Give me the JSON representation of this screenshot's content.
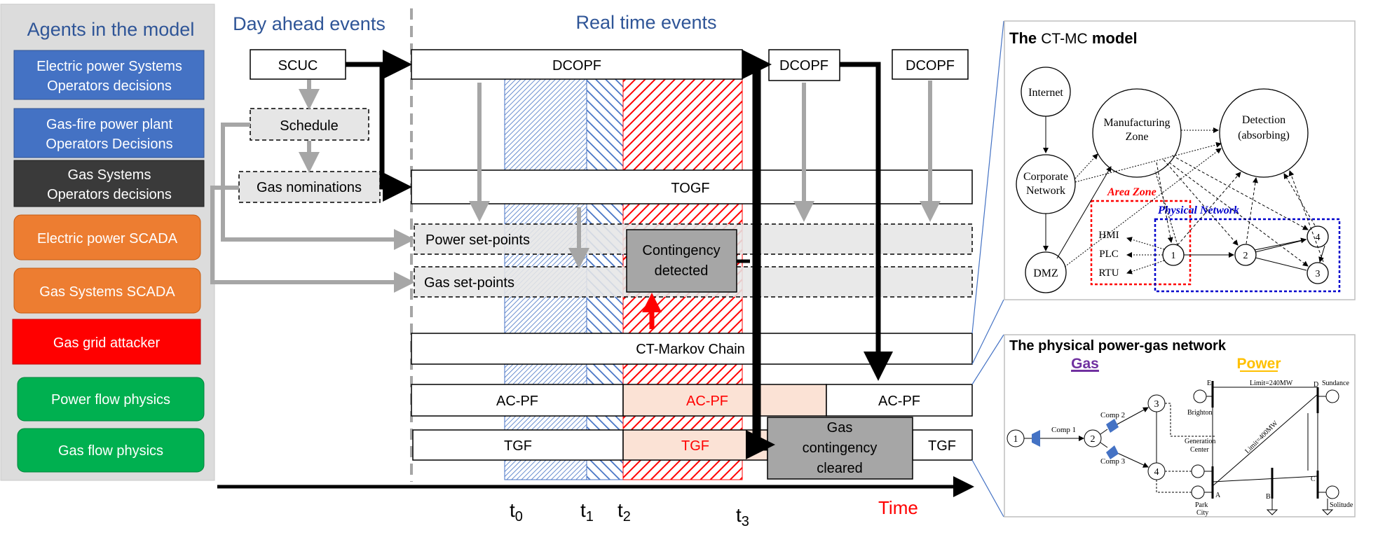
{
  "colors": {
    "blue": "#4472c4",
    "dark": "#3a3a3a",
    "orange": "#ed7d31",
    "red": "#ff0000",
    "green": "#00b050",
    "title_blue": "#2f5597",
    "panel_bg": "#dcdcdc",
    "gray_arrow": "#a6a6a6",
    "peach": "#fbe2d5",
    "contingency_gray": "#a6a6a6",
    "gas_purple": "#7030a0",
    "power_gold": "#ffc000"
  },
  "agents": {
    "title": "Agents in the model",
    "items": [
      {
        "line1": "Electric power Systems",
        "line2": "Operators decisions"
      },
      {
        "line1": "Gas-fire power plant",
        "line2": "Operators Decisions"
      },
      {
        "line1": "Gas Systems",
        "line2": "Operators decisions"
      },
      {
        "line1": "Electric power SCADA",
        "line2": ""
      },
      {
        "line1": "Gas Systems SCADA",
        "line2": ""
      },
      {
        "line1": "Gas grid attacker",
        "line2": ""
      },
      {
        "line1": "Power flow physics",
        "line2": ""
      },
      {
        "line1": "Gas flow physics",
        "line2": ""
      }
    ]
  },
  "headers": {
    "day_ahead": "Day ahead events",
    "real_time": "Real time events"
  },
  "boxes": {
    "scuc": "SCUC",
    "schedule": "Schedule",
    "gas_nominations": "Gas nominations",
    "dcopf_main": "DCOPF",
    "dcopf_2": "DCOPF",
    "dcopf_3": "DCOPF",
    "togf": "TOGF",
    "power_setpoints": "Power set-points",
    "gas_setpoints": "Gas set-points",
    "contingency_l1": "Contingency",
    "contingency_l2": "detected",
    "ctmc": "CT-Markov Chain",
    "acpf_1": "AC-PF",
    "acpf_2": "AC-PF",
    "acpf_3": "AC-PF",
    "tgf_1": "TGF",
    "tgf_2": "TGF",
    "tgf_3": "TGF",
    "gas_cont_l1": "Gas",
    "gas_cont_l2": "contingency",
    "gas_cont_l3": "cleared"
  },
  "timeline": {
    "t0": "t",
    "t0_sub": "0",
    "t1": "t",
    "t1_sub": "1",
    "t2": "t",
    "t2_sub": "2",
    "t3": "t",
    "t3_sub": "3",
    "time": "Time"
  },
  "ctmc_panel": {
    "title_a": "The ",
    "title_b": "CT-MC",
    "title_c": " model",
    "internet": "Internet",
    "manufacturing_l1": "Manufacturing",
    "manufacturing_l2": "Zone",
    "detection_l1": "Detection",
    "detection_l2": "(absorbing)",
    "corporate_l1": "Corporate",
    "corporate_l2": "Network",
    "dmz": "DMZ",
    "area_zone": "Area Zone",
    "physical_network": "Physical Network",
    "hmi": "HMI",
    "plc": "PLC",
    "rtu": "RTU",
    "n1": "1",
    "n2": "2",
    "n3": "3",
    "n4": "4"
  },
  "network_panel": {
    "title": "The physical power-gas network",
    "gas": "Gas",
    "power": "Power",
    "comp1": "Comp 1",
    "comp2": "Comp 2",
    "comp3": "Comp 3",
    "g1": "1",
    "g2": "2",
    "g3": "3",
    "g4": "4",
    "brighton": "Brighton",
    "e": "E",
    "limit240": "Limit=240MW",
    "d": "D",
    "sundance": "Sundance",
    "gen_center_l1": "Generation",
    "gen_center_l2": "Center",
    "limit400": "Limit=400MW",
    "park_l1": "Park",
    "park_l2": "City",
    "a": "A",
    "b": "B",
    "c": "C",
    "solitude": "Solitude"
  }
}
